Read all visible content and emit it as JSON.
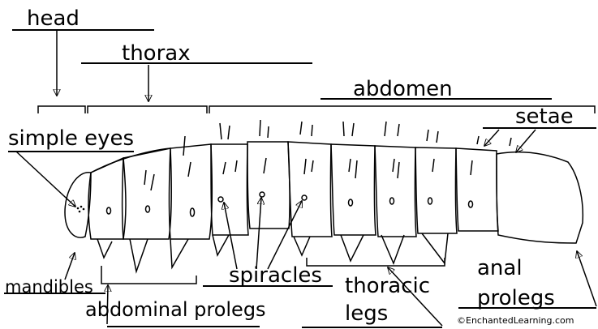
{
  "labels": {
    "head": "head",
    "thorax": "thorax",
    "abdomen": "abdomen",
    "setae": "setae",
    "simple_eyes": "simple eyes",
    "mandibles": "mandibles",
    "abdominal_prolegs": "abdominal prolegs",
    "spiracles": "spiracles",
    "thoracic_legs_line1": "thoracic",
    "thoracic_legs_line2": "legs",
    "anal_prolegs_line1": "anal",
    "anal_prolegs_line2": "prolegs"
  },
  "credit": "©EnchantedLearning.com",
  "colors": {
    "ink": "#000000",
    "background": "#ffffff"
  }
}
